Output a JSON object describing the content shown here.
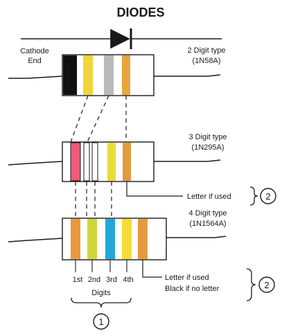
{
  "title": "DIODES",
  "cathode_label": [
    "Cathode",
    "End"
  ],
  "diodes": [
    {
      "type_label": "2 Digit type",
      "part_number": "(1N58A)",
      "band_colors": [
        "#111111",
        "#f1d43a",
        "#b9b9b9",
        "#e7a63c"
      ]
    },
    {
      "type_label": "3 Digit type",
      "part_number": "(1N295A)",
      "band_colors": [
        "#f05a78",
        "#ffffff",
        "#ffffff",
        "#e9dc3a",
        "#e39a3e"
      ]
    },
    {
      "type_label": "4 Digit type",
      "part_number": "(1N1564A)",
      "band_colors": [
        "#e89a3a",
        "#cfd63a",
        "#23a7d8",
        "#f6dc36",
        "#e69a3e"
      ]
    }
  ],
  "annotations": {
    "letter_if_used": "Letter if used",
    "letter_if_used_2": "Letter if used",
    "black_if_no_letter": "Black if no letter",
    "digit_labels": [
      "1st",
      "2nd",
      "3rd",
      "4th"
    ],
    "digits_label": "Digits",
    "circle_1": "1",
    "circle_2": "2"
  },
  "colors": {
    "line": "#1a1a1a",
    "body_fill": "#ffffff"
  }
}
